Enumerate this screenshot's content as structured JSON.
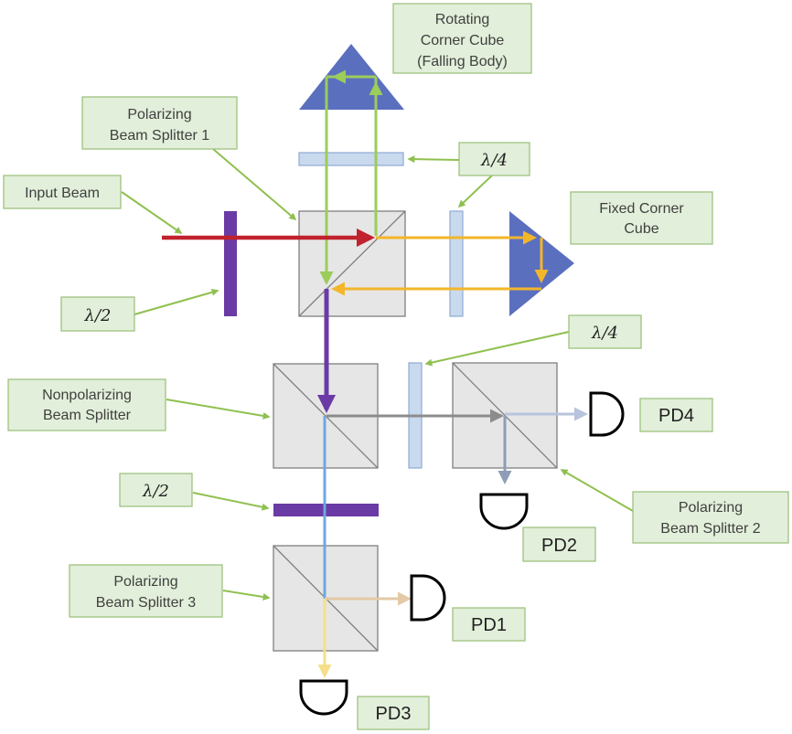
{
  "labels": {
    "rotating_cube": [
      "Rotating",
      "Corner Cube",
      "(Falling Body)"
    ],
    "pbs1": [
      "Polarizing",
      "Beam Splitter 1"
    ],
    "input_beam": "Input Beam",
    "lambda4_top": "λ/4",
    "fixed_cube": [
      "Fixed Corner",
      "Cube"
    ],
    "lambda2_top": "λ/2",
    "lambda4_mid": "λ/4",
    "npbs": [
      "Nonpolarizing",
      "Beam Splitter"
    ],
    "pd4": "PD4",
    "pd2": "PD2",
    "pbs2": [
      "Polarizing",
      "Beam Splitter 2"
    ],
    "lambda2_bottom": "λ/2",
    "pbs3": [
      "Polarizing",
      "Beam Splitter 3"
    ],
    "pd1": "PD1",
    "pd3": "PD3"
  },
  "colors": {
    "input_beam": "#c0222e",
    "beam_purple": "#6a3aa5",
    "beam_green": "#9ccc5a",
    "beam_yellow": "#f2b62a",
    "beam_gray": "#8c8c8c",
    "beam_light_blue": "#6fa8e0",
    "beam_pale_blue": "#b7c4dc",
    "beam_tan": "#e3c9a6",
    "beam_pale_yellow": "#f6df8a",
    "label_fill": "#e2efda",
    "label_border": "#9fc37f",
    "prism": "#5b6fbf"
  }
}
